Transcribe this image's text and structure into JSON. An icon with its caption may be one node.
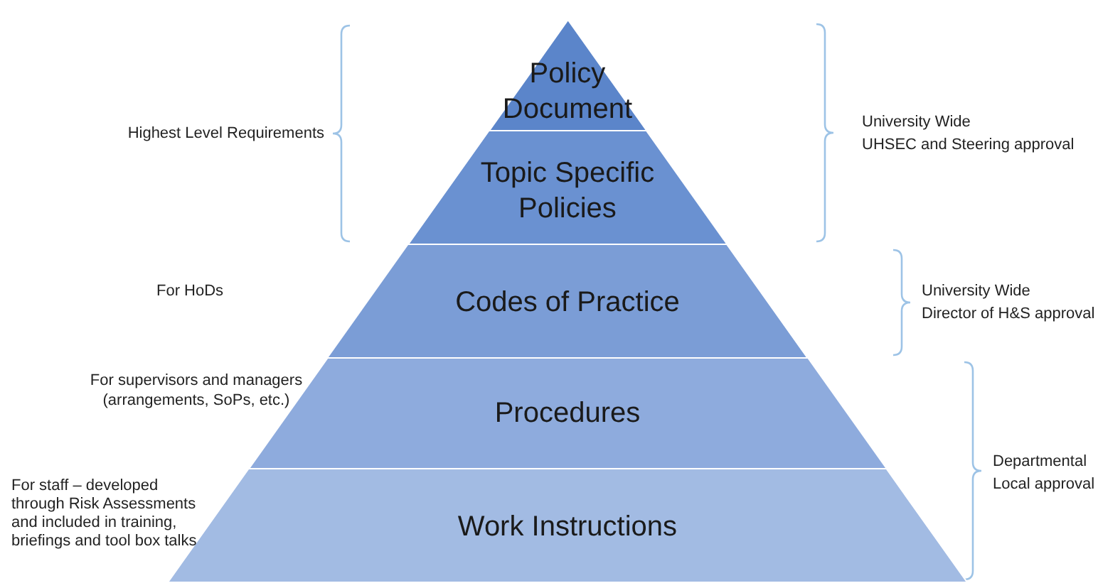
{
  "diagram": {
    "nodes": [
      {
        "text": [
          "Policy Document"
        ]
      },
      {
        "text": [
          "Topic Specific Policies"
        ]
      },
      {
        "text": [
          "Codes of Practice"
        ]
      },
      {
        "text": [
          "Procedures"
        ]
      },
      {
        "text": [
          "Work Instructions"
        ]
      }
    ],
    "labels": [
      "Highest Level Requirements",
      "University Wide",
      "UHSEC and Steering approval",
      "For HoDs",
      "University Wide",
      "Director of H&S approval",
      "For supervisors and managers (arrangements, SoPs, etc.)",
      "Departmental",
      "Local approval",
      "For staff – developed through Risk Assessments and included in training, briefings and tool box talks"
    ]
  }
}
